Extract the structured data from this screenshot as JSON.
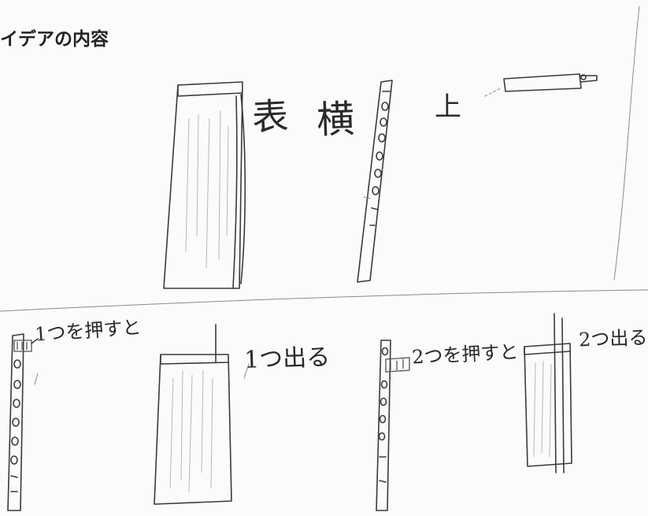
{
  "heading": "イデアの内容",
  "labels": {
    "omote": "表",
    "yoko": "横",
    "ue": "上",
    "caption1": "1つを押すと",
    "caption2": "1つ出る",
    "caption3": "2つを押すと",
    "caption4": "2つ出る"
  },
  "sketch_elements": [
    "front-view-case",
    "side-view-strip",
    "top-view-bar",
    "strip-one-pressed",
    "case-one-out",
    "strip-two-pressed",
    "case-two-out"
  ]
}
